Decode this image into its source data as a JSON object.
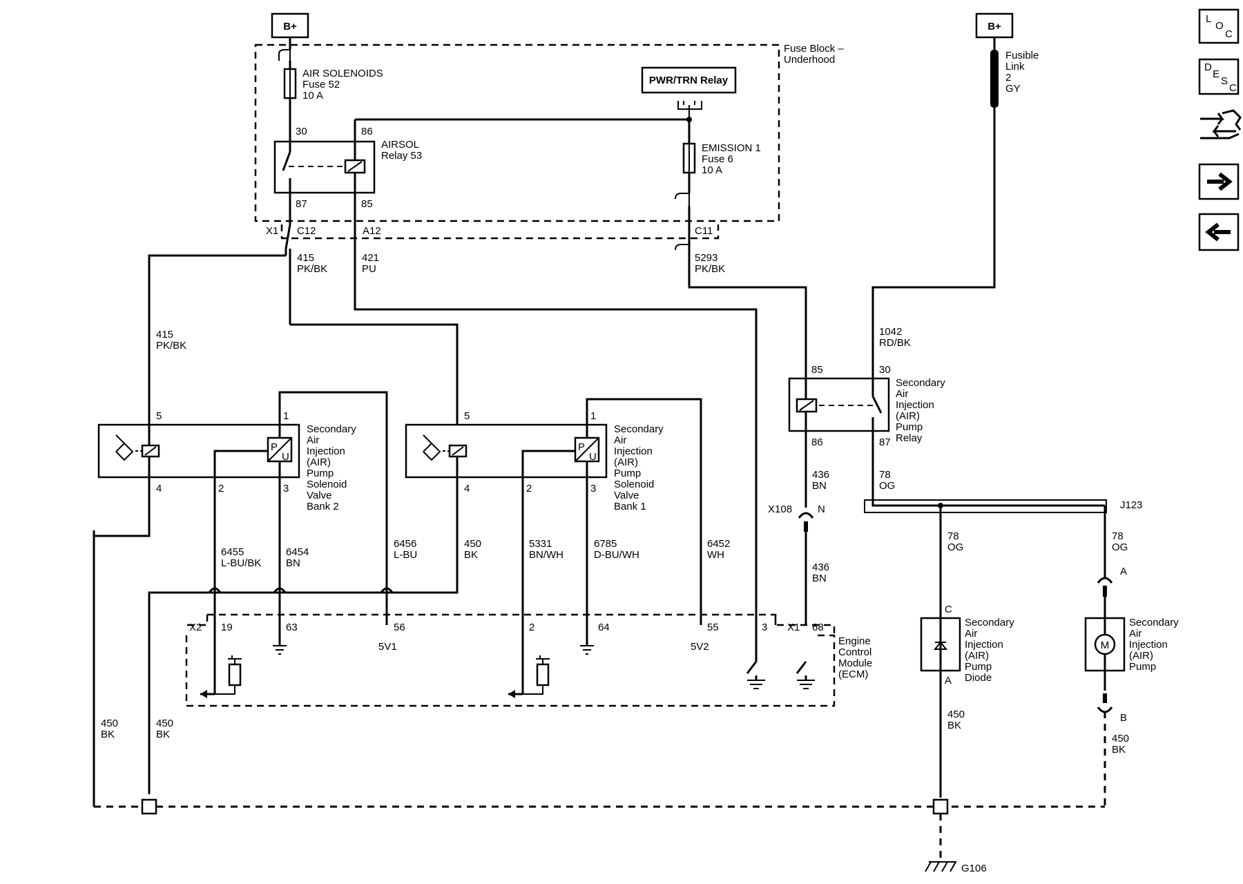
{
  "power": {
    "b_plus": "B+"
  },
  "fuse_block": {
    "title": [
      "Fuse Block –",
      "Underhood"
    ],
    "air_sol_fuse": [
      "AIR SOLENOIDS",
      "Fuse 52",
      "10 A"
    ],
    "relay_53": [
      "AIRSOL",
      "Relay 53"
    ],
    "relay_53_pins": {
      "p30": "30",
      "p86": "86",
      "p87": "87",
      "p85": "85"
    },
    "pwr_trn_relay": "PWR/TRN Relay",
    "emission_fuse": [
      "EMISSION 1",
      "Fuse 6",
      "10 A"
    ]
  },
  "fusible_link": [
    "Fusible",
    "Link",
    "2",
    "GY"
  ],
  "connectors": {
    "x1": "X1",
    "c12": "C12",
    "a12": "A12",
    "c11": "C11",
    "x108": "X108",
    "x108_pin": "N",
    "j123": "J123",
    "x2_ecm": "X2",
    "x1_ecm": "X1"
  },
  "wires": {
    "w415_a": [
      "415",
      "PK/BK"
    ],
    "w415_b": [
      "415",
      "PK/BK"
    ],
    "w421": [
      "421",
      "PU"
    ],
    "w5293": [
      "5293",
      "PK/BK"
    ],
    "w1042": [
      "1042",
      "RD/BK"
    ],
    "w436_a": [
      "436",
      "BN"
    ],
    "w436_b": [
      "436",
      "BN"
    ],
    "w78_a": [
      "78",
      "OG"
    ],
    "w78_b": [
      "78",
      "OG"
    ],
    "w78_c": [
      "78",
      "OG"
    ],
    "w6455": [
      "6455",
      "L-BU/BK"
    ],
    "w6454": [
      "6454",
      "BN"
    ],
    "w6456": [
      "6456",
      "L-BU"
    ],
    "w450_mid": [
      "450",
      "BK"
    ],
    "w5331": [
      "5331",
      "BN/WH"
    ],
    "w6785": [
      "6785",
      "D-BU/WH"
    ],
    "w6452": [
      "6452",
      "WH"
    ],
    "w450_l1": [
      "450",
      "BK"
    ],
    "w450_l2": [
      "450",
      "BK"
    ],
    "w450_diode": [
      "450",
      "BK"
    ],
    "w450_pump": [
      "450",
      "BK"
    ]
  },
  "valve_bank2": {
    "label": [
      "Secondary",
      "Air",
      "Injection",
      "(AIR)",
      "Pump",
      "Solenoid",
      "Valve",
      "Bank 2"
    ],
    "pins": {
      "p5": "5",
      "p1": "1",
      "p4": "4",
      "p2": "2",
      "p3": "3"
    }
  },
  "valve_bank1": {
    "label": [
      "Secondary",
      "Air",
      "Injection",
      "(AIR)",
      "Pump",
      "Solenoid",
      "Valve",
      "Bank 1"
    ],
    "pins": {
      "p5": "5",
      "p1": "1",
      "p4": "4",
      "p2": "2",
      "p3": "3"
    }
  },
  "pump_relay": {
    "label": [
      "Secondary",
      "Air",
      "Injection",
      "(AIR)",
      "Pump",
      "Relay"
    ],
    "pins": {
      "p85": "85",
      "p30": "30",
      "p86": "86",
      "p87": "87"
    }
  },
  "pump_diode": {
    "label": [
      "Secondary",
      "Air",
      "Injection",
      "(AIR)",
      "Pump",
      "Diode"
    ],
    "pins": {
      "c": "C",
      "a": "A"
    }
  },
  "pump": {
    "label": [
      "Secondary",
      "Air",
      "Injection",
      "(AIR)",
      "Pump"
    ],
    "symbol": "M",
    "pins": {
      "a": "A",
      "b": "B"
    }
  },
  "ecm": {
    "label": [
      "Engine",
      "Control",
      "Module",
      "(ECM)"
    ],
    "pins": [
      "19",
      "63",
      "56",
      "2",
      "64",
      "55",
      "3",
      "68"
    ],
    "refs": {
      "v1": "5V1",
      "v2": "5V2"
    }
  },
  "ground": {
    "g106": "G106"
  },
  "nav": {
    "loc": [
      "L",
      "O",
      "C"
    ],
    "desc": [
      "D",
      "E",
      "S",
      "C"
    ],
    "icons": [
      "connector-view-icon",
      "next-arrow-icon",
      "previous-arrow-icon"
    ]
  }
}
